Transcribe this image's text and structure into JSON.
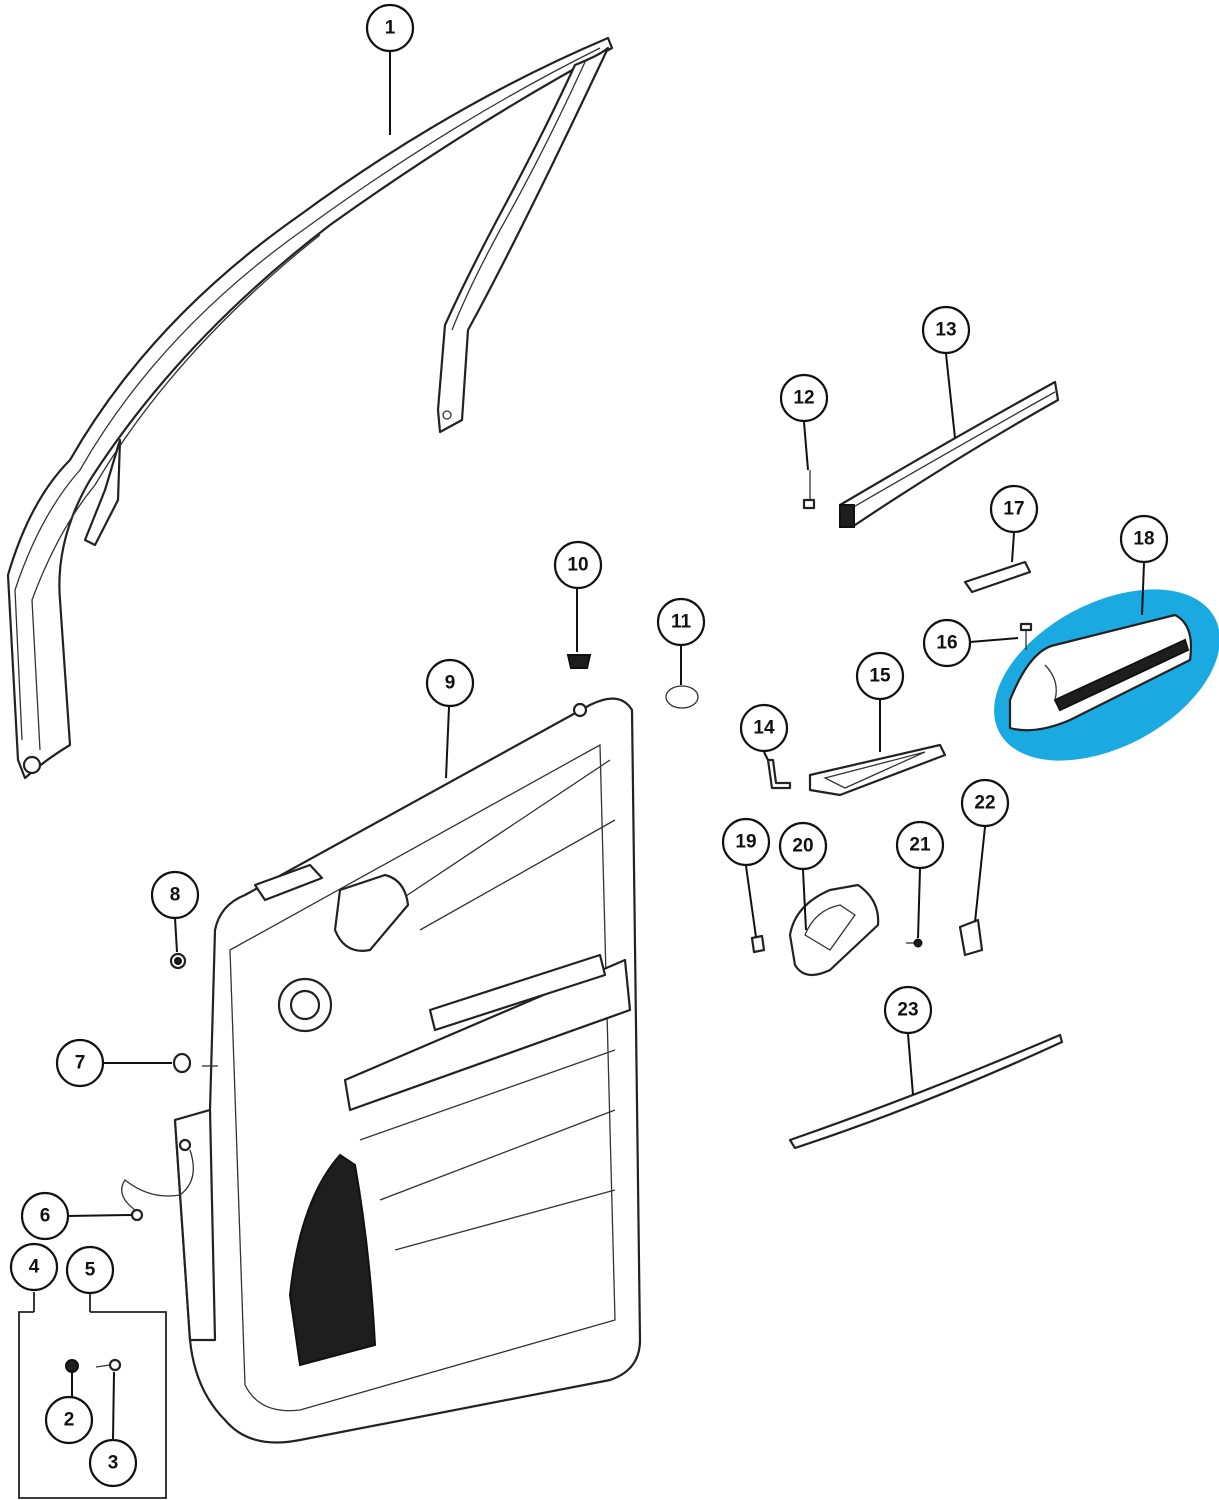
{
  "highlight_color": "#1aa9e0",
  "callouts": [
    {
      "number": "1",
      "part": "window-glass-run-channel"
    },
    {
      "number": "2",
      "part": "nut"
    },
    {
      "number": "3",
      "part": "screw"
    },
    {
      "number": "4",
      "part": "fastener-group-left"
    },
    {
      "number": "5",
      "part": "fastener-group-right"
    },
    {
      "number": "6",
      "part": "grommet"
    },
    {
      "number": "7",
      "part": "washer"
    },
    {
      "number": "8",
      "part": "push-pin"
    },
    {
      "number": "9",
      "part": "door-trim-panel"
    },
    {
      "number": "10",
      "part": "clip"
    },
    {
      "number": "11",
      "part": "plug"
    },
    {
      "number": "12",
      "part": "screw"
    },
    {
      "number": "13",
      "part": "belt-weatherstrip"
    },
    {
      "number": "14",
      "part": "pin"
    },
    {
      "number": "15",
      "part": "bezel"
    },
    {
      "number": "16",
      "part": "screw"
    },
    {
      "number": "17",
      "part": "cover"
    },
    {
      "number": "18",
      "part": "armrest"
    },
    {
      "number": "19",
      "part": "clip"
    },
    {
      "number": "20",
      "part": "inside-handle"
    },
    {
      "number": "21",
      "part": "screw"
    },
    {
      "number": "22",
      "part": "cap"
    },
    {
      "number": "23",
      "part": "molding"
    }
  ]
}
